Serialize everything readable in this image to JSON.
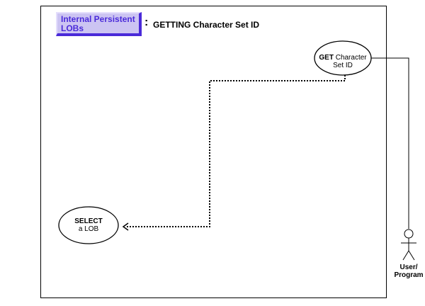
{
  "category_badge": {
    "line1": "Internal Persistent",
    "line2": "LOBs"
  },
  "separator": ":",
  "title": "GETTING Character Set ID",
  "nodes": {
    "get_char_set_id": {
      "bold": "GET",
      "rest_line1": " Character",
      "line2": "Set ID"
    },
    "select_lob": {
      "line1": "SELECT",
      "line2": "a LOB"
    }
  },
  "actor": {
    "line1": "User/",
    "line2": "Program"
  },
  "colors": {
    "badge_fill": "#ccc4f2",
    "badge_text": "#4a2ad9",
    "badge_shadow": "#4a2ad9",
    "line": "#000000"
  },
  "icons": [
    "stick-figure-icon",
    "arrowhead-icon"
  ]
}
